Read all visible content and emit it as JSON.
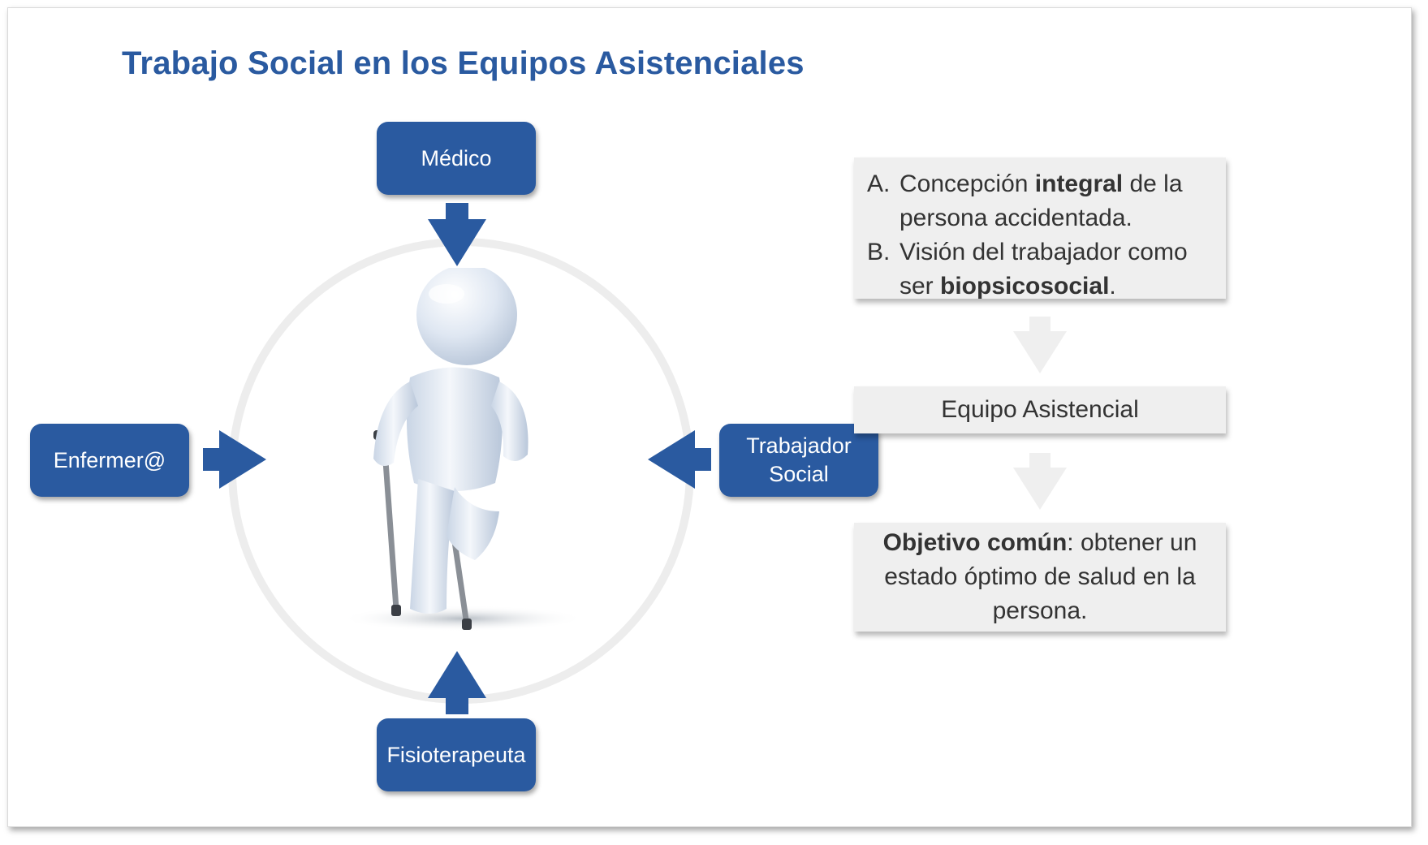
{
  "title": "Trabajo Social en los Equipos Asistenciales",
  "roles": {
    "top": "Médico",
    "left": "Enfermer@",
    "right": "Trabajador\nSocial",
    "bottom": "Fisioterapeuta"
  },
  "colors": {
    "brand_blue": "#2a5aa0",
    "box_gray": "#efefef",
    "ring_gray": "#ededed"
  },
  "figure_icon": "person-on-crutches-icon",
  "panel": {
    "list": [
      {
        "marker": "A.",
        "pre": "Concepción ",
        "bold": "integral",
        "post": " de la persona accidentada."
      },
      {
        "marker": "B.",
        "pre": "Visión del trabajador como ser ",
        "bold": "biopsicosocial",
        "post": "."
      }
    ],
    "team": "Equipo Asistencial",
    "goal": {
      "bold": "Objetivo común",
      "rest": ": obtener un estado óptimo de salud en la persona."
    }
  }
}
